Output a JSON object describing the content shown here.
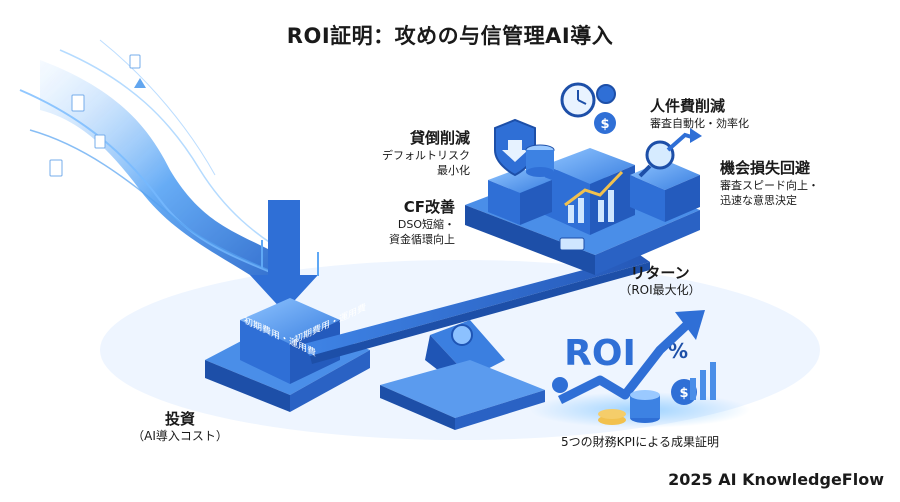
{
  "title": "ROI証明：攻めの与信管理AI導入",
  "labels": {
    "bad_debt": {
      "heading": "貸倒削減",
      "lines": [
        "デフォルトリスク",
        "最小化"
      ]
    },
    "cf": {
      "heading": "CF改善",
      "lines": [
        "DSO短縮・",
        "資金循環向上"
      ]
    },
    "labor": {
      "heading": "人件費削減",
      "lines": [
        "審査自動化・効率化"
      ]
    },
    "opportunity": {
      "heading": "機会損失回避",
      "lines": [
        "審査スピード向上・",
        "迅速な意思決定"
      ]
    },
    "return": {
      "heading": "リターン",
      "sub": "（ROI最大化）"
    },
    "investment": {
      "heading": "投資",
      "sub": "（AI導入コスト）"
    },
    "kpi": "5つの財務KPIによる成果証明",
    "roi_graphic": "ROI",
    "percent": "%"
  },
  "cube_faces": [
    "初期費用・運用費",
    "初期費用・運用費"
  ],
  "footer": "2025 AI KnowledgeFlow",
  "colors": {
    "primary": "#2f6fd6",
    "dark": "#1d4fa8",
    "light": "#a9cdf7",
    "glow": "#5fb3ff"
  }
}
